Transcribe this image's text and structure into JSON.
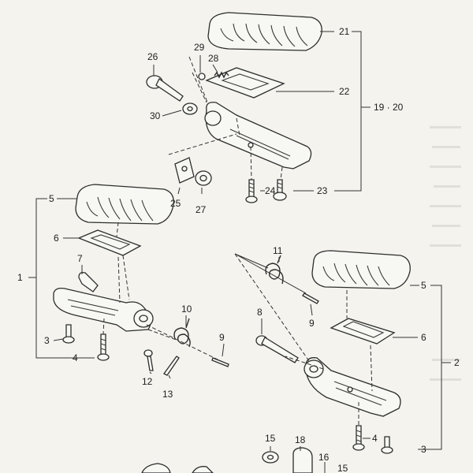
{
  "labels": {
    "p1": "1",
    "p2": "2",
    "p3a": "3",
    "p3b": "3",
    "p4a": "4",
    "p4b": "4",
    "p5a": "5",
    "p5b": "5",
    "p6a": "6",
    "p6b": "6",
    "p7": "7",
    "p8": "8",
    "p9a": "9",
    "p9b": "9",
    "p10": "10",
    "p11": "11",
    "p12": "12",
    "p13": "13",
    "p15a": "15",
    "p15b": "15",
    "p16": "16",
    "p18": "18",
    "p19_20": "19 · 20",
    "p21": "21",
    "p22": "22",
    "p23": "23",
    "p24": "24",
    "p25": "25",
    "p26": "26",
    "p27": "27",
    "p28": "28",
    "p29": "29",
    "p30": "30"
  }
}
